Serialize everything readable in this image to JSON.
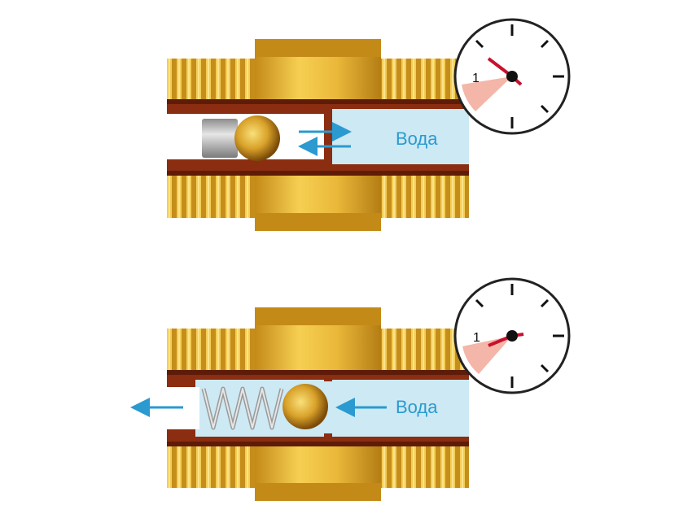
{
  "colors": {
    "brass_light": "#f5c94a",
    "brass_mid": "#e0a928",
    "brass_dark": "#b57d14",
    "wall": "#8b2d10",
    "wall_dark": "#5e1c08",
    "water": "#cce9f4",
    "arrow": "#2a9ad0",
    "label": "#2a9ad0",
    "needle": "#c8102e",
    "gauge_wedge": "#f4b6a8"
  },
  "top_panel": {
    "state_label": "Вода",
    "gauge_tick_label": "1",
    "flow_arrows": [
      "arrow-right",
      "arrow-left"
    ]
  },
  "bottom_panel": {
    "state_label": "Вода",
    "gauge_tick_label": "1",
    "flow_arrows": [
      "arrow-left",
      "arrow-left-outlet"
    ]
  }
}
